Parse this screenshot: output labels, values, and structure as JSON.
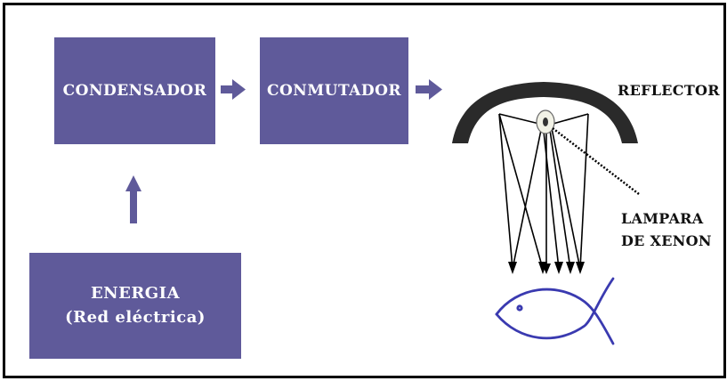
{
  "boxes": {
    "condensador": "CONDENSADOR",
    "conmutador": "CONMUTADOR",
    "energia_line1": "ENERGIA",
    "energia_line2": "(Red eléctrica)"
  },
  "labels": {
    "reflector": "REFLECTOR",
    "lampara_line1": "LAMPARA",
    "lampara_line2": "DE XENON"
  },
  "colors": {
    "box_fill": "#5f5a9a",
    "arrow": "#5f5a9a",
    "fish": "#3a3ab0",
    "reflector": "#2a2a2a",
    "frame": "#000000"
  },
  "icons": {
    "fish": "fish-icon",
    "lamp": "xenon-lamp-icon",
    "reflector": "reflector-dish-icon"
  }
}
